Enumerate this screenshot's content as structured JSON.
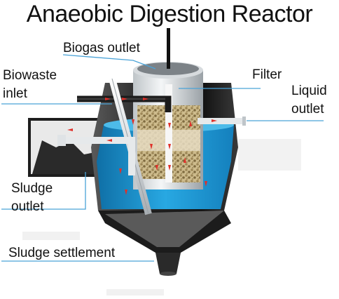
{
  "title": "Anaeobic Digestion Reactor",
  "labels": {
    "biogas_outlet": "Biogas outlet",
    "biowaste_inlet": [
      "Biowaste",
      "inlet"
    ],
    "filter": "Filter",
    "liquid_outlet": [
      "Liquid",
      "outlet"
    ],
    "sludge_outlet": [
      "Sludge",
      "outlet"
    ],
    "sludge_settlement": "Sludge settlement"
  },
  "colors": {
    "leader_line": "#4aa3d8",
    "liquid": "#1f9ad6",
    "liquid_dark": "#0f6fa6",
    "tank_dark": "#1a1a1a",
    "tank_mid": "#3a3a3a",
    "tank_light": "#8a8a8a",
    "arrow": "#e0302a",
    "filter_media": "#b9a67a"
  },
  "icons": [
    "flow-arrow"
  ]
}
